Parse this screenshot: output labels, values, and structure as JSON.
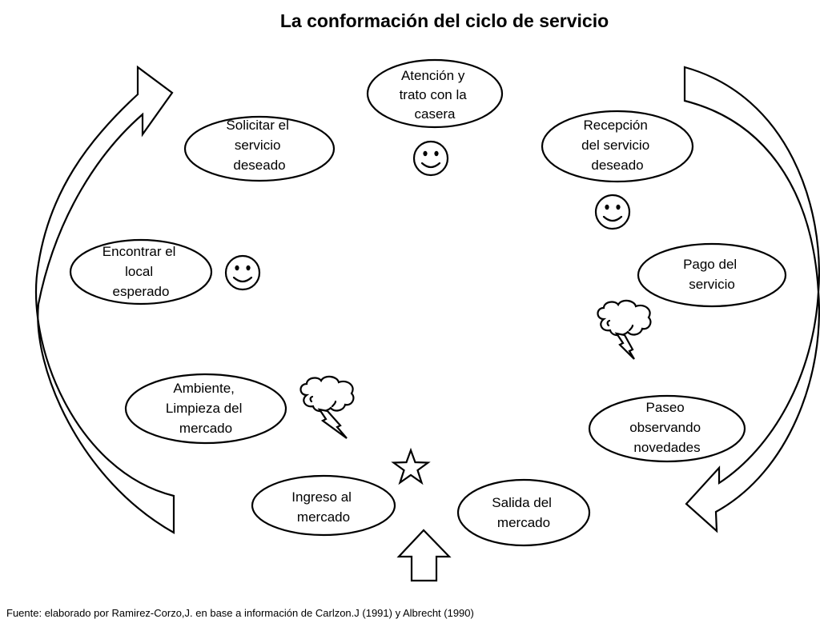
{
  "title": "La conformación del ciclo de servicio",
  "steps": [
    {
      "id": "atencion",
      "lines": [
        "Atención y",
        "trato con la",
        "casera"
      ],
      "mood": "smiley-icon"
    },
    {
      "id": "solicitar",
      "lines": [
        "Solicitar el",
        "servicio",
        "deseado"
      ],
      "mood": ""
    },
    {
      "id": "recepcion",
      "lines": [
        "Recepción",
        "del servicio",
        "deseado"
      ],
      "mood": "smiley-icon"
    },
    {
      "id": "encontrar",
      "lines": [
        "Encontrar el",
        "local",
        "esperado"
      ],
      "mood": "smiley-icon"
    },
    {
      "id": "pago",
      "lines": [
        "Pago del",
        "servicio"
      ],
      "mood": "storm-cloud-icon"
    },
    {
      "id": "ambiente",
      "lines": [
        "Ambiente,",
        "Limpieza del",
        "mercado"
      ],
      "mood": "storm-cloud-icon"
    },
    {
      "id": "paseo",
      "lines": [
        "Paseo",
        "observando",
        "novedades"
      ],
      "mood": ""
    },
    {
      "id": "ingreso",
      "lines": [
        "Ingreso al",
        "mercado"
      ],
      "mood": "star-icon"
    },
    {
      "id": "salida",
      "lines": [
        "Salida del",
        "mercado"
      ],
      "mood": ""
    }
  ],
  "source": "Fuente: elaborado por Ramirez-Corzo,J. en base a  información de Carlzon.J (1991) y Albrecht (1990)"
}
